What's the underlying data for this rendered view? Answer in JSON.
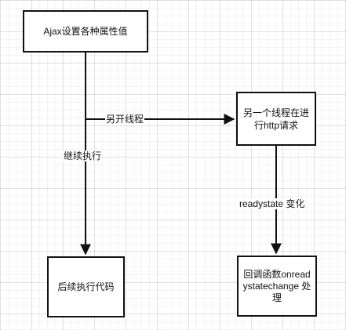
{
  "diagram": {
    "nodes": {
      "ajax_settings": "Ajax设置各种属性值",
      "other_thread": "另一个线程在进行http请求",
      "continue_code": "后续执行代码",
      "callback": "回调函数onreadystatechange 处理"
    },
    "edges": {
      "spawn_thread": "另开线程",
      "continue_exec": "继续执行",
      "state_change": "readystate 变化"
    },
    "colors": {
      "stroke": "#111111",
      "background": "#ffffff",
      "grid": "#e6e6e6"
    }
  }
}
